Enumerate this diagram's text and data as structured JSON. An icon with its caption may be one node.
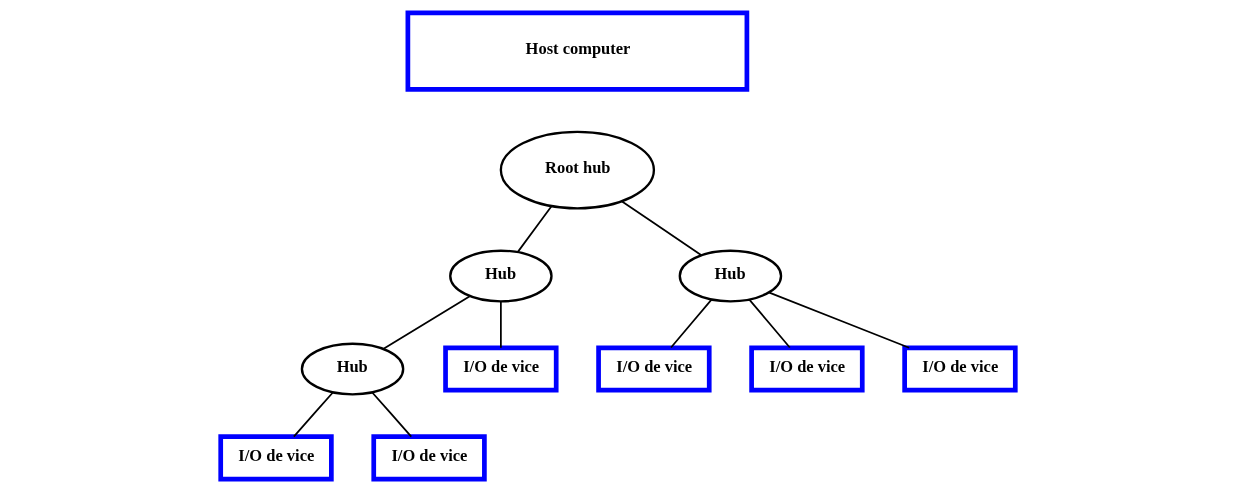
{
  "diagram": {
    "nodes": [
      {
        "text": [
          "Host computer"
        ]
      },
      {
        "text": [
          "Root hub"
        ]
      },
      {
        "text": [
          "Hub"
        ]
      },
      {
        "text": [
          "Hub"
        ]
      },
      {
        "text": [
          "Hub"
        ]
      },
      {
        "text": [
          "I/O de vice"
        ]
      },
      {
        "text": [
          "I/O de vice"
        ]
      },
      {
        "text": [
          "I/O de vice"
        ]
      },
      {
        "text": [
          "I/O de vice"
        ]
      },
      {
        "text": [
          "I/O de vice"
        ]
      },
      {
        "text": [
          "I/O de vice"
        ]
      }
    ],
    "edges": [
      {
        "from": 1,
        "to": 2,
        "arrow": "none"
      },
      {
        "from": 1,
        "to": 3,
        "arrow": "none"
      },
      {
        "from": 2,
        "to": 4,
        "arrow": "none"
      },
      {
        "from": 2,
        "to": 5,
        "arrow": "none"
      },
      {
        "from": 3,
        "to": 6,
        "arrow": "none"
      },
      {
        "from": 3,
        "to": 7,
        "arrow": "none"
      },
      {
        "from": 3,
        "to": 8,
        "arrow": "none"
      },
      {
        "from": 4,
        "to": 9,
        "arrow": "none"
      },
      {
        "from": 4,
        "to": 10,
        "arrow": "none"
      }
    ]
  }
}
